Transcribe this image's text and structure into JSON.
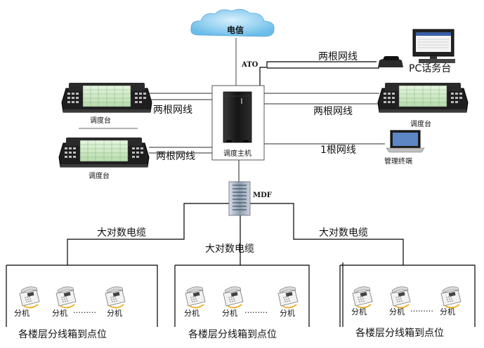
{
  "cloud": {
    "label": "电信"
  },
  "ato": {
    "label": "ATO"
  },
  "pc_console": {
    "label": "PC话务台"
  },
  "host": {
    "label": "调度主机"
  },
  "mdf": {
    "label": "MDF"
  },
  "consoles": [
    {
      "label": "调度台"
    },
    {
      "label": "调度台"
    },
    {
      "label": "调度台"
    }
  ],
  "mgmt": {
    "label": "管理终端"
  },
  "links": {
    "pc": "两根网线",
    "left_top": "两根网线",
    "left_bottom": "两根网线",
    "right": "两根网线",
    "mgmt": "1根网线"
  },
  "cables": {
    "left": "大对数电缆",
    "middle": "大对数电缆",
    "right": "大对数电缆"
  },
  "floors": [
    {
      "title": "各楼层分线箱到点位",
      "ext_label": "分机",
      "dots": "………"
    },
    {
      "title": "各楼层分线箱到点位",
      "ext_label": "分机",
      "dots": "………"
    },
    {
      "title": "各楼层分线箱到点位",
      "ext_label": "分机",
      "dots": "………"
    }
  ],
  "colors": {
    "cloud": "#8fd1f5",
    "line": "#000000",
    "gray_line": "#666666",
    "console_body": "#1a1a1a",
    "console_screen": "#cfe9c7",
    "host_body": "#1c1c1c",
    "mdf_body": "#9aa7b8"
  }
}
